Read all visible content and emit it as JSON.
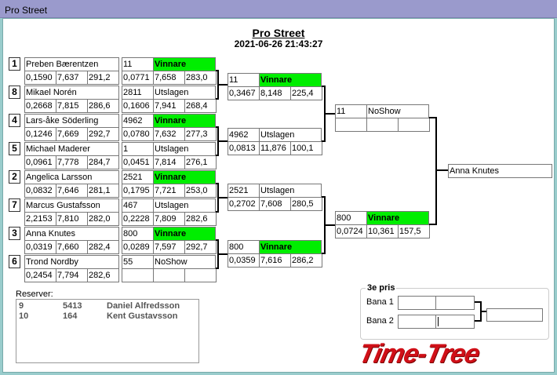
{
  "window": {
    "title": "Pro Street"
  },
  "header": {
    "title": "Pro Street",
    "datetime": "2021-06-26 21:43:27"
  },
  "round1": [
    {
      "seed": "1",
      "name": "Preben Bærentzen",
      "q": [
        "0,1590",
        "7,637",
        "291,2"
      ],
      "num": "11",
      "status": "Vinnare",
      "r": [
        "0,0771",
        "7,658",
        "283,0"
      ]
    },
    {
      "seed": "8",
      "name": "Mikael Norén",
      "q": [
        "0,2668",
        "7,815",
        "286,6"
      ],
      "num": "2811",
      "status": "Utslagen",
      "r": [
        "0,1606",
        "7,941",
        "268,4"
      ]
    },
    {
      "seed": "4",
      "name": "Lars-åke Söderling",
      "q": [
        "0,1246",
        "7,669",
        "292,7"
      ],
      "num": "4962",
      "status": "Vinnare",
      "r": [
        "0,0780",
        "7,632",
        "277,3"
      ]
    },
    {
      "seed": "5",
      "name": "Michael Maderer",
      "q": [
        "0,0961",
        "7,778",
        "284,7"
      ],
      "num": "1",
      "status": "Utslagen",
      "r": [
        "0,0451",
        "7,814",
        "276,1"
      ]
    },
    {
      "seed": "2",
      "name": "Angelica Larsson",
      "q": [
        "0,0832",
        "7,646",
        "281,1"
      ],
      "num": "2521",
      "status": "Vinnare",
      "r": [
        "0,1795",
        "7,721",
        "253,0"
      ]
    },
    {
      "seed": "7",
      "name": "Marcus Gustafsson",
      "q": [
        "2,2153",
        "7,810",
        "282,0"
      ],
      "num": "467",
      "status": "Utslagen",
      "r": [
        "0,2228",
        "7,809",
        "282,6"
      ]
    },
    {
      "seed": "3",
      "name": "Anna Knutes",
      "q": [
        "0,0319",
        "7,660",
        "282,4"
      ],
      "num": "800",
      "status": "Vinnare",
      "r": [
        "0,0289",
        "7,597",
        "292,7"
      ]
    },
    {
      "seed": "6",
      "name": "Trond Nordby",
      "q": [
        "0,2454",
        "7,794",
        "282,6"
      ],
      "num": "55",
      "status": "NoShow",
      "r": [
        "",
        "",
        ""
      ]
    }
  ],
  "round2": [
    {
      "num": "11",
      "status": "Vinnare",
      "r": [
        "0,3467",
        "8,148",
        "225,4"
      ]
    },
    {
      "num": "4962",
      "status": "Utslagen",
      "r": [
        "0,0813",
        "11,876",
        "100,1"
      ]
    },
    {
      "num": "2521",
      "status": "Utslagen",
      "r": [
        "0,2702",
        "7,608",
        "280,5"
      ]
    },
    {
      "num": "800",
      "status": "Vinnare",
      "r": [
        "0,0359",
        "7,616",
        "286,2"
      ]
    }
  ],
  "round3": [
    {
      "num": "11",
      "status": "NoShow",
      "r": [
        "",
        "",
        ""
      ]
    },
    {
      "num": "800",
      "status": "Vinnare",
      "r": [
        "0,0724",
        "10,361",
        "157,5"
      ]
    }
  ],
  "final": {
    "winner": "Anna Knutes"
  },
  "reserves": {
    "label": "Reserver:",
    "rows": [
      [
        "9",
        "5413",
        "Daniel Alfredsson"
      ],
      [
        "10",
        "164",
        "Kent Gustavsson"
      ]
    ]
  },
  "third": {
    "title": "3e pris",
    "bana1": "Bana 1",
    "bana2": "Bana 2"
  },
  "logo": "Time-Tree",
  "colors": {
    "winner": "#00ee00",
    "logo": "#d01018"
  }
}
